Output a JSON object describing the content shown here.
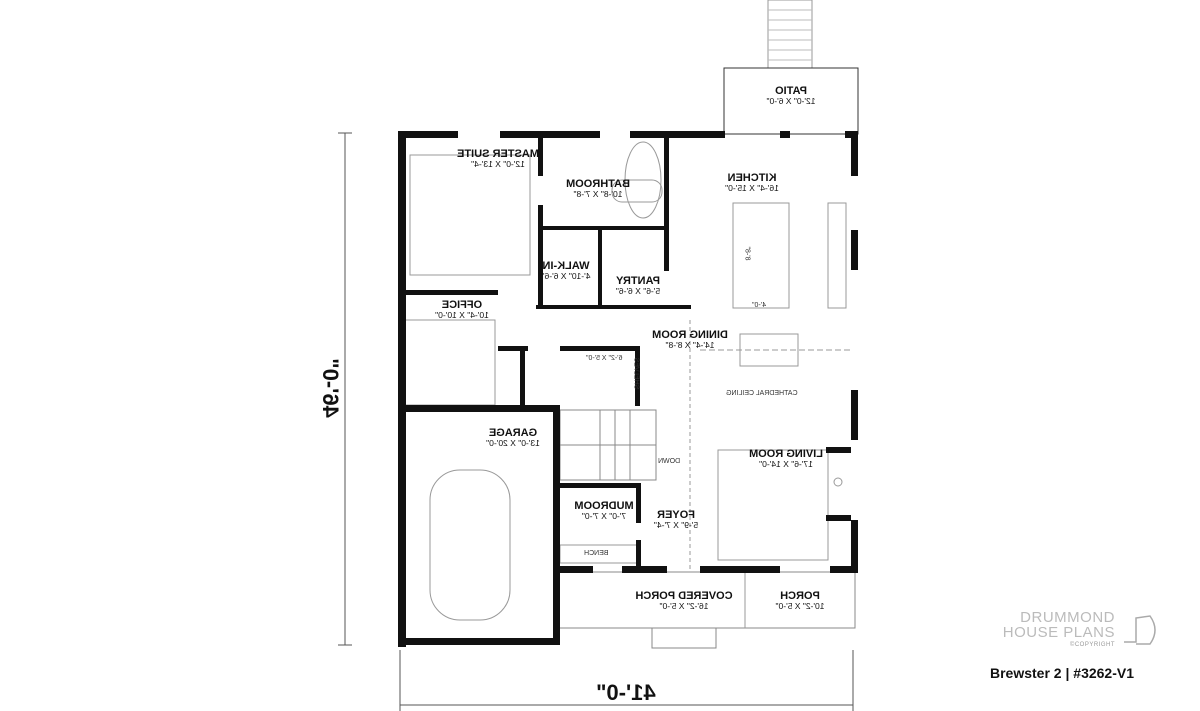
{
  "rooms": [
    {
      "name": "MASTER SUITE",
      "size": "12'-0\" X 13'-4\""
    },
    {
      "name": "BATHROOM",
      "size": "10'-8\" X 7'-8\""
    },
    {
      "name": "KITCHEN",
      "size": "16'-4\" X 15'-0\""
    },
    {
      "name": "WALK-IN",
      "size": "4'-10\" X 6'-6\""
    },
    {
      "name": "PANTRY",
      "size": "5'-6\" X 6'-6\""
    },
    {
      "name": "OFFICE",
      "size": "10'-4\" X 10'-0\""
    },
    {
      "name": "DINING ROOM",
      "size": "14'-4\" X 8'-8\""
    },
    {
      "name": "GARAGE",
      "size": "13'-0\" X 20'-0\""
    },
    {
      "name": "LIVING ROOM",
      "size": "17'-6\" X 14'-0\""
    },
    {
      "name": "MUDROOM",
      "size": "7'-0\" X 7'-0\""
    },
    {
      "name": "FOYER",
      "size": "5'-9\" X 7'-4\""
    },
    {
      "name": "COVERED PORCH",
      "size": "16'-2\" X 5'-0\""
    },
    {
      "name": "PORCH",
      "size": "10'-2\" X 5'-0\""
    },
    {
      "name": "PATIO",
      "size": "12'-0\" X 6'-0\""
    }
  ],
  "notes": {
    "powder": "6'-2\" X 5'-0\"",
    "shelves": "SHELVES",
    "cathedral": "CATHEDRAL CEILING",
    "down": "DOWN",
    "bench": "BENCH",
    "island_len": "8'-8\"",
    "island_w": "4'-0\""
  },
  "dimensions": {
    "width": "41'-0\"",
    "depth": "46'-0\""
  },
  "brand": {
    "line1": "DRUMMOND",
    "line2": "HOUSE PLANS",
    "copyright": "©COPYRIGHT"
  },
  "plan_title": "Brewster 2 | #3262-V1"
}
